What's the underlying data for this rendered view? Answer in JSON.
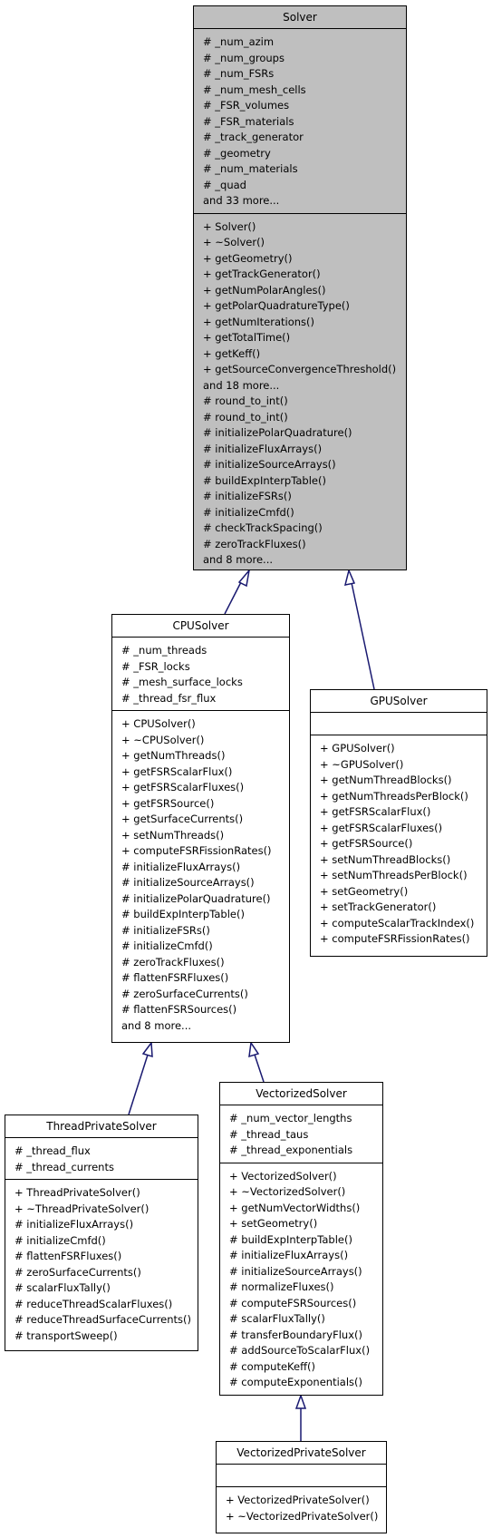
{
  "classes": {
    "solver": {
      "name": "Solver",
      "attributes": [
        "# _num_azim",
        "# _num_groups",
        "# _num_FSRs",
        "# _num_mesh_cells",
        "# _FSR_volumes",
        "# _FSR_materials",
        "# _track_generator",
        "# _geometry",
        "# _num_materials",
        "# _quad",
        "and 33 more..."
      ],
      "methods": [
        "+ Solver()",
        "+ ~Solver()",
        "+ getGeometry()",
        "+ getTrackGenerator()",
        "+ getNumPolarAngles()",
        "+ getPolarQuadratureType()",
        "+ getNumIterations()",
        "+ getTotalTime()",
        "+ getKeff()",
        "+ getSourceConvergenceThreshold()",
        "and 18 more...",
        "# round_to_int()",
        "# round_to_int()",
        "# initializePolarQuadrature()",
        "# initializeFluxArrays()",
        "# initializeSourceArrays()",
        "# buildExpInterpTable()",
        "# initializeFSRs()",
        "# initializeCmfd()",
        "# checkTrackSpacing()",
        "# zeroTrackFluxes()",
        "and 8 more..."
      ]
    },
    "cpusolver": {
      "name": "CPUSolver",
      "attributes": [
        "# _num_threads",
        "# _FSR_locks",
        "# _mesh_surface_locks",
        "# _thread_fsr_flux"
      ],
      "methods": [
        "+ CPUSolver()",
        "+ ~CPUSolver()",
        "+ getNumThreads()",
        "+ getFSRScalarFlux()",
        "+ getFSRScalarFluxes()",
        "+ getFSRSource()",
        "+ getSurfaceCurrents()",
        "+ setNumThreads()",
        "+ computeFSRFissionRates()",
        "# initializeFluxArrays()",
        "# initializeSourceArrays()",
        "# initializePolarQuadrature()",
        "# buildExpInterpTable()",
        "# initializeFSRs()",
        "# initializeCmfd()",
        "# zeroTrackFluxes()",
        "# flattenFSRFluxes()",
        "# zeroSurfaceCurrents()",
        "# flattenFSRSources()",
        "and 8 more..."
      ]
    },
    "gpusolver": {
      "name": "GPUSolver",
      "attributes": [],
      "methods": [
        "+ GPUSolver()",
        "+ ~GPUSolver()",
        "+ getNumThreadBlocks()",
        "+ getNumThreadsPerBlock()",
        "+ getFSRScalarFlux()",
        "+ getFSRScalarFluxes()",
        "+ getFSRSource()",
        "+ setNumThreadBlocks()",
        "+ setNumThreadsPerBlock()",
        "+ setGeometry()",
        "+ setTrackGenerator()",
        "+ computeScalarTrackIndex()",
        "+ computeFSRFissionRates()"
      ]
    },
    "threadprivatesolver": {
      "name": "ThreadPrivateSolver",
      "attributes": [
        "# _thread_flux",
        "# _thread_currents"
      ],
      "methods": [
        "+ ThreadPrivateSolver()",
        "+ ~ThreadPrivateSolver()",
        "# initializeFluxArrays()",
        "# initializeCmfd()",
        "# flattenFSRFluxes()",
        "# zeroSurfaceCurrents()",
        "# scalarFluxTally()",
        "# reduceThreadScalarFluxes()",
        "# reduceThreadSurfaceCurrents()",
        "# transportSweep()"
      ]
    },
    "vectorizedsolver": {
      "name": "VectorizedSolver",
      "attributes": [
        "# _num_vector_lengths",
        "# _thread_taus",
        "# _thread_exponentials"
      ],
      "methods": [
        "+ VectorizedSolver()",
        "+ ~VectorizedSolver()",
        "+ getNumVectorWidths()",
        "+ setGeometry()",
        "# buildExpInterpTable()",
        "# initializeFluxArrays()",
        "# initializeSourceArrays()",
        "# normalizeFluxes()",
        "# computeFSRSources()",
        "# scalarFluxTally()",
        "# transferBoundaryFlux()",
        "# addSourceToScalarFlux()",
        "# computeKeff()",
        "# computeExponentials()"
      ]
    },
    "vectorizedprivatesolver": {
      "name": "VectorizedPrivateSolver",
      "attributes": [],
      "methods": [
        "+ VectorizedPrivateSolver()",
        "+ ~VectorizedPrivateSolver()"
      ]
    }
  },
  "colors": {
    "highlight": "#bfbfbf",
    "edge": "#191970",
    "border": "#000000"
  }
}
